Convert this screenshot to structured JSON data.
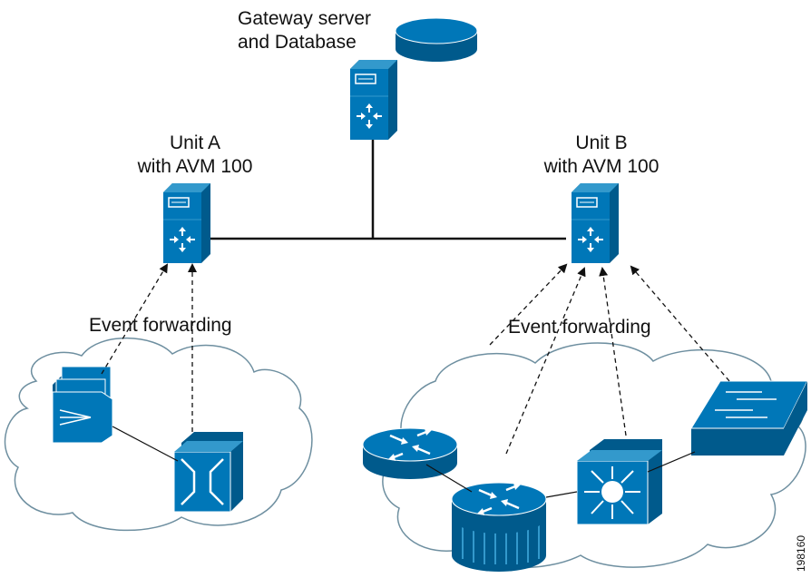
{
  "labels": {
    "gateway": [
      "Gateway server",
      "and Database"
    ],
    "unit_a": [
      "Unit A",
      "with AVM 100"
    ],
    "unit_b": [
      "Unit B",
      "with AVM 100"
    ],
    "event_left": "Event forwarding",
    "event_right": "Event forwarding",
    "figure_id": "198160"
  },
  "icons": {
    "gateway_db": "database-icon",
    "gateway_server": "server-icon",
    "unit_a": "server-icon",
    "unit_b": "server-icon",
    "left_devices": [
      "firewall-icon",
      "atm-switch-icon"
    ],
    "right_devices": [
      "router-icon",
      "router-icon",
      "multilayer-switch-icon",
      "workgroup-switch-icon"
    ]
  },
  "colors": {
    "device": "#0077b8",
    "device_dark": "#005a8c",
    "device_light": "#3399cc",
    "cloud_stroke": "#6e8fa0",
    "line": "#111111"
  }
}
